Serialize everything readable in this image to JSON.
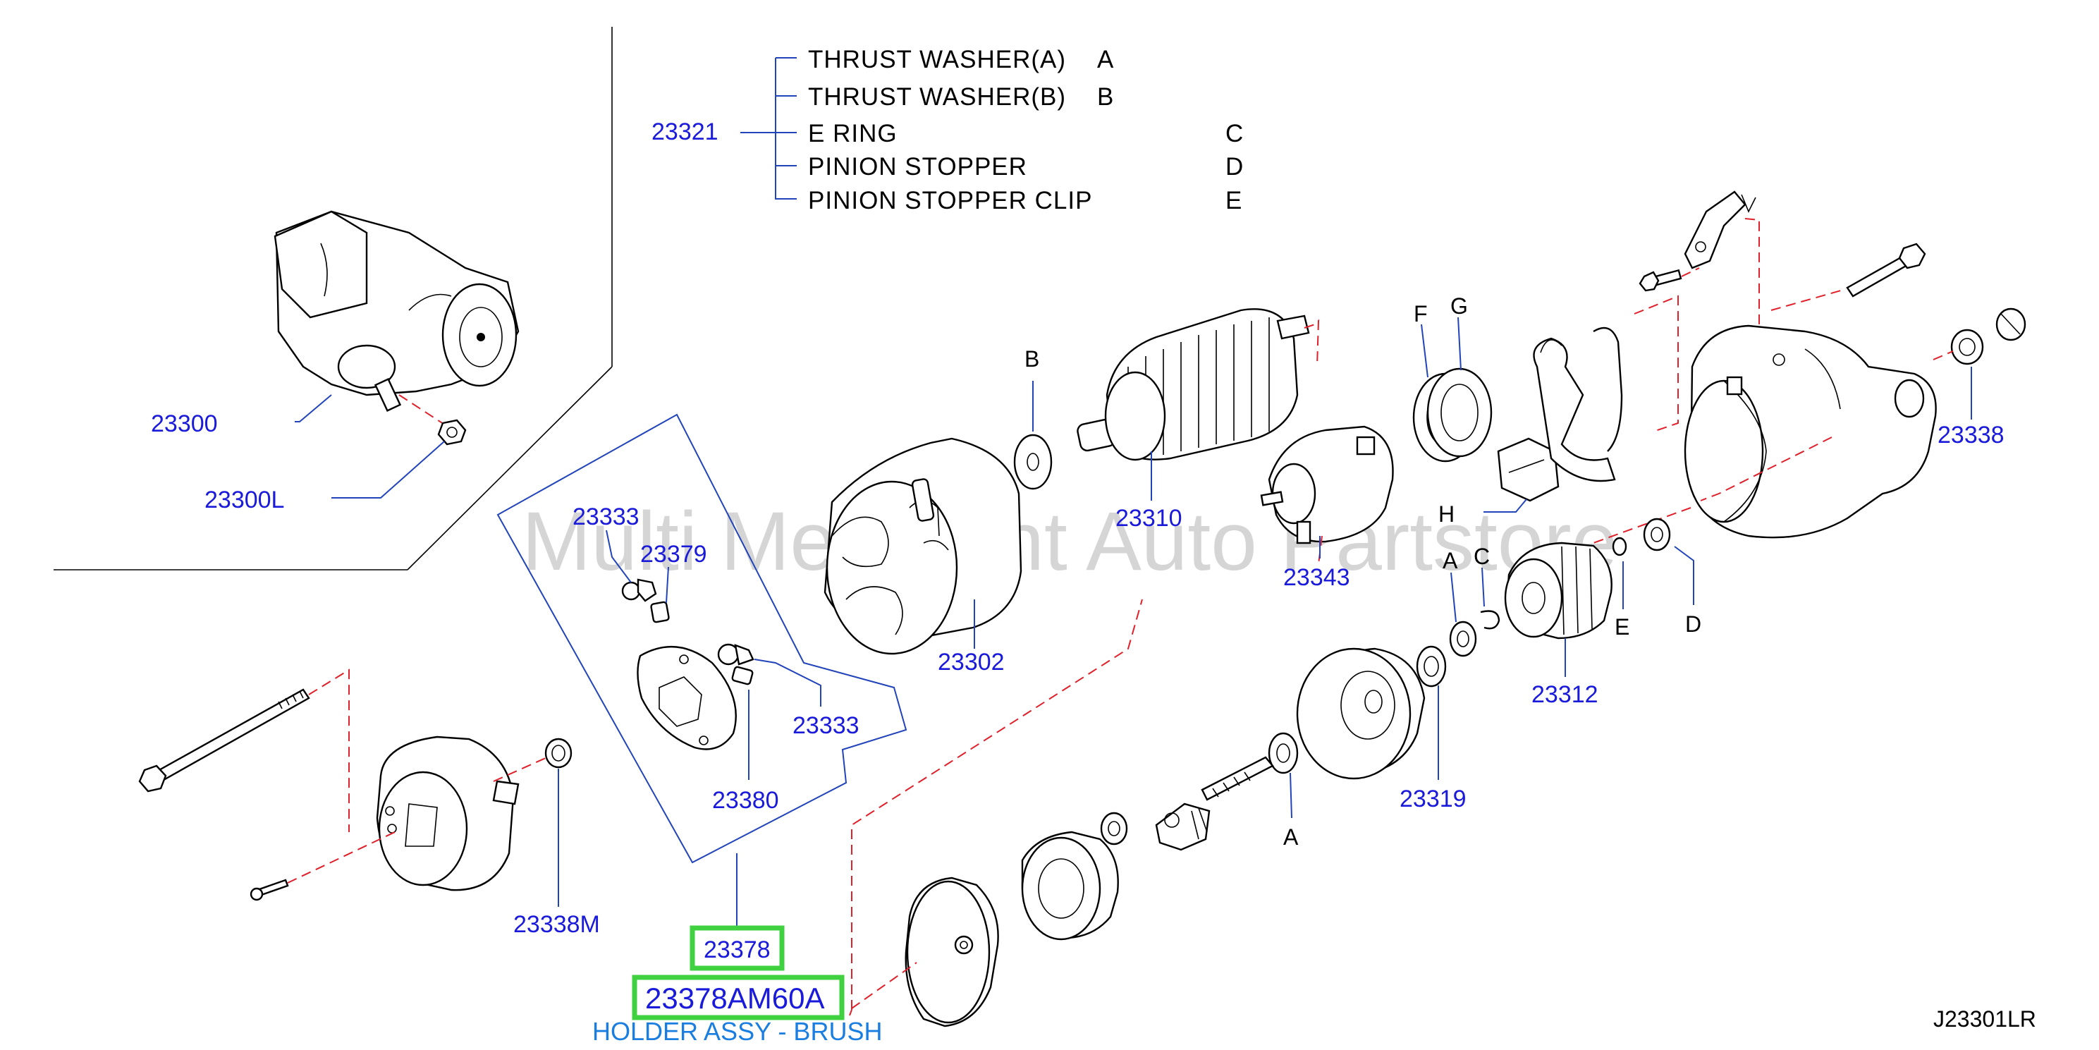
{
  "legend": {
    "group_number": "23321",
    "items": [
      {
        "name": "THRUST   WASHER(A)",
        "code": "A"
      },
      {
        "name": "THRUST   WASHER(B)",
        "code": "B"
      },
      {
        "name": "E   RING",
        "code": "C"
      },
      {
        "name": "PINION   STOPPER",
        "code": "D"
      },
      {
        "name": "PINION   STOPPER   CLIP",
        "code": "E"
      }
    ]
  },
  "part_numbers": {
    "p23300": "23300",
    "p23300L": "23300L",
    "p23333a": "23333",
    "p23379": "23379",
    "p23333b": "23333",
    "p23380": "23380",
    "p23338M": "23338M",
    "p23302": "23302",
    "p23310": "23310",
    "p23343": "23343",
    "p23312": "23312",
    "p23319": "23319",
    "p23338": "23338"
  },
  "letters": {
    "B": "B",
    "F": "F",
    "G": "G",
    "H": "H",
    "A1": "A",
    "C": "C",
    "E": "E",
    "D": "D",
    "A2": "A"
  },
  "highlight": {
    "part": "23378",
    "oem": "23378AM60A",
    "description": "HOLDER ASSY - BRUSH"
  },
  "diagram_code": "J23301LR",
  "watermark": "Multi Merchant Auto Partstore",
  "colors": {
    "part_number": "#1a1adb",
    "leader_line": "#2244bb",
    "dashed_line": "#e0202a",
    "highlight_box": "#3fd13f",
    "description": "#1a7de0"
  }
}
